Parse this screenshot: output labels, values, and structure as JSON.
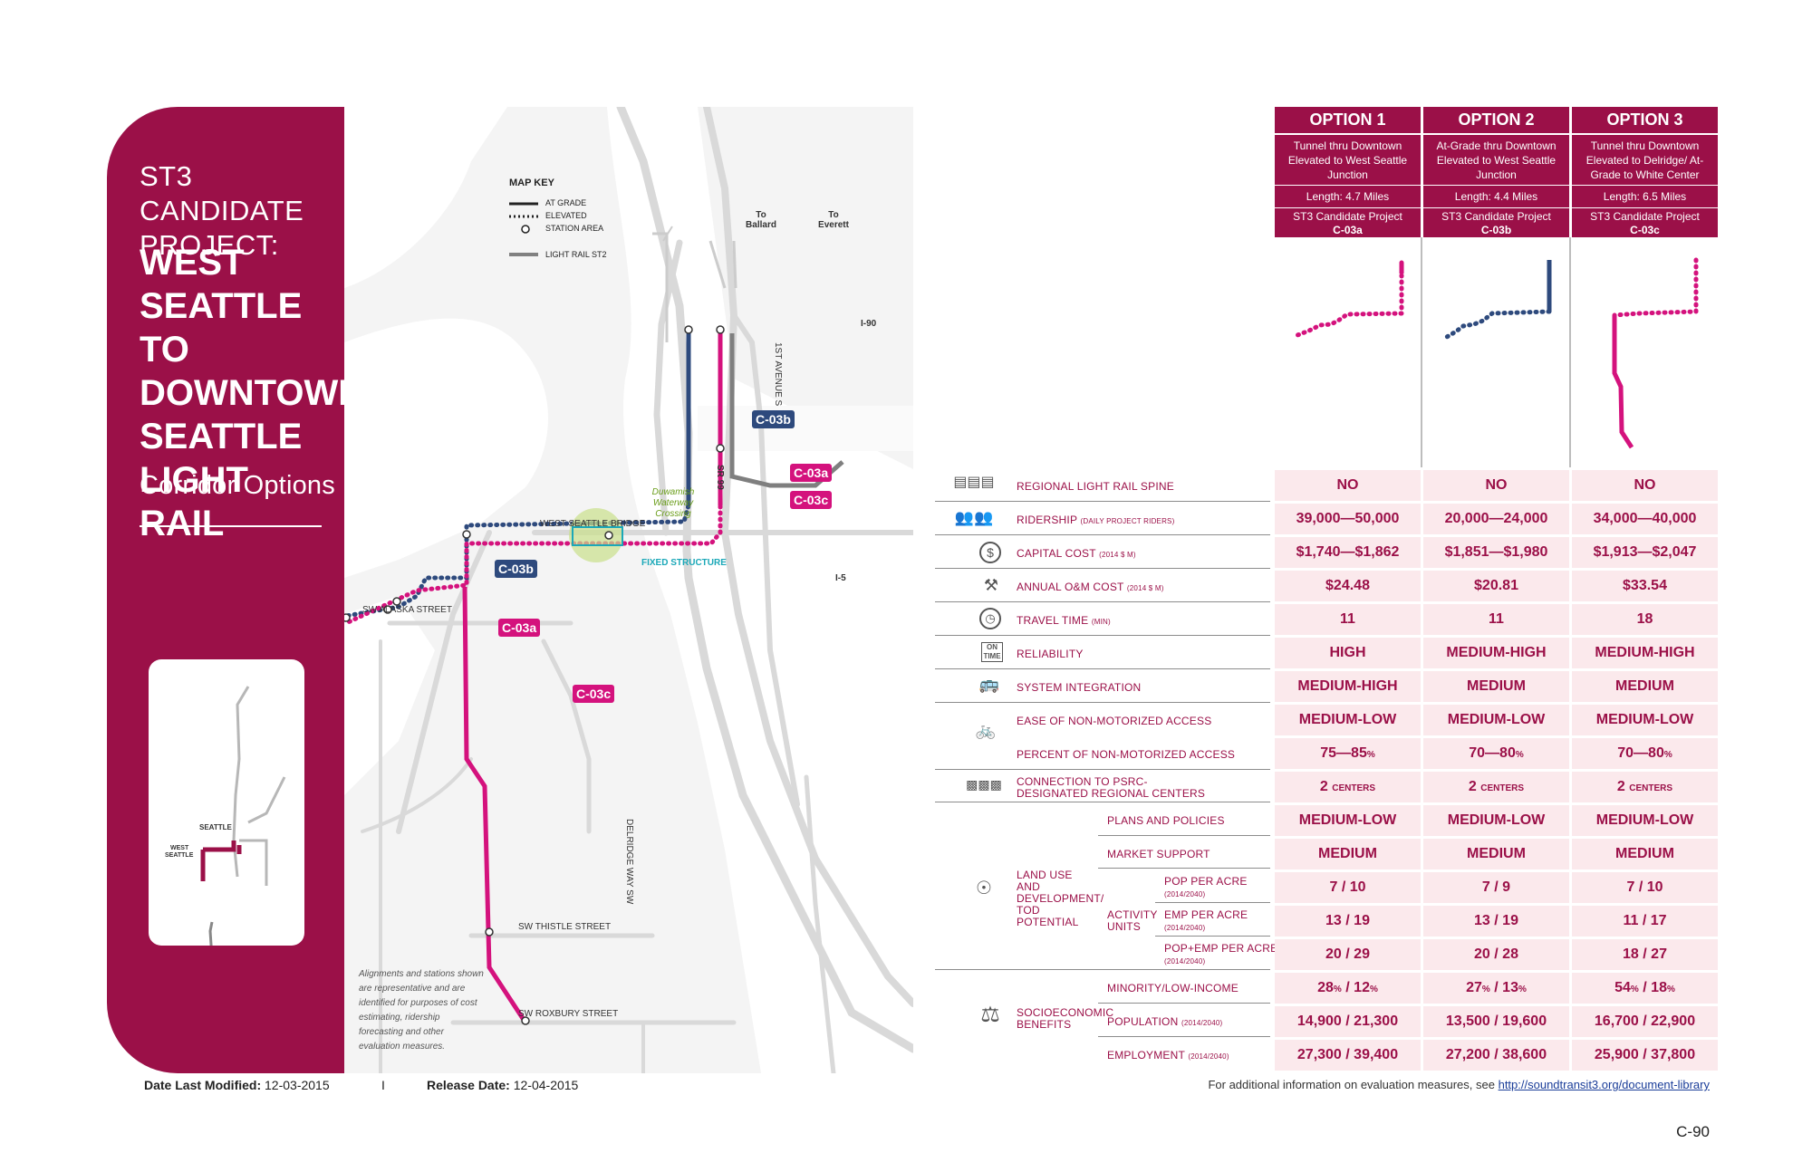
{
  "sidebar": {
    "pre_title": "ST3 CANDIDATE PROJECT:",
    "title": "WEST SEATTLE TO DOWNTOWN SEATTLE LIGHT RAIL",
    "subtitle": "Corridor Options",
    "inset": {
      "seattle": "SEATTLE",
      "west_seattle": "WEST SEATTLE"
    }
  },
  "map": {
    "key_title": "MAP KEY",
    "key_items": [
      "AT GRADE",
      "ELEVATED",
      "STATION AREA",
      "LIGHT RAIL ST2"
    ],
    "labels": {
      "to_ballard": "To Ballard",
      "to_everett": "To Everett",
      "i90": "I-90",
      "i5": "I-5",
      "sr99": "SR 99",
      "first_ave": "1ST AVENUE S",
      "delridge": "DELRIDGE WAY SW",
      "west_seattle_bridge": "WEST SEATTLE BRIDGE",
      "duwamish": "Duwamish Waterway Crossing",
      "fixed_structure": "FIXED STRUCTURE",
      "alaska": "SW ALASKA STREET",
      "thistle": "SW THISTLE STREET",
      "roxbury": "SW ROXBURY STREET"
    },
    "badges": {
      "c03a": "C-03a",
      "c03b": "C-03b",
      "c03c": "C-03c"
    },
    "note": "Alignments and stations shown are representative and are identified for purposes of cost estimating, ridership forecasting and other evaluation measures."
  },
  "options": [
    {
      "name": "OPTION 1",
      "desc": "Tunnel thru Downtown Elevated to West Seattle Junction",
      "length": "Length: 4.7 Miles",
      "cand_label": "ST3 Candidate Project",
      "cand_code": "C-03a"
    },
    {
      "name": "OPTION 2",
      "desc": "At-Grade thru Downtown Elevated to West Seattle Junction",
      "length": "Length: 4.4 Miles",
      "cand_label": "ST3 Candidate Project",
      "cand_code": "C-03b"
    },
    {
      "name": "OPTION 3",
      "desc": "Tunnel thru Downtown Elevated to Delridge/ At-Grade to White Center",
      "length": "Length: 6.5 Miles",
      "cand_label": "ST3 Candidate Project",
      "cand_code": "C-03c"
    }
  ],
  "measures": {
    "spine": "REGIONAL LIGHT RAIL SPINE",
    "ridership": "RIDERSHIP",
    "ridership_unit": "(DAILY PROJECT RIDERS)",
    "capital": "CAPITAL COST",
    "capital_unit": "(2014 $ M)",
    "om": "ANNUAL O&M COST",
    "om_unit": "(2014 $ M)",
    "travel": "TRAVEL TIME",
    "travel_unit": "(MIN)",
    "reliability": "RELIABILITY",
    "integration": "SYSTEM INTEGRATION",
    "ease_access": "EASE OF NON-MOTORIZED ACCESS",
    "pct_access": "PERCENT OF NON-MOTORIZED ACCESS",
    "psrc": "CONNECTION TO PSRC-DESIGNATED REGIONAL CENTERS",
    "land_use": "LAND USE AND DEVELOPMENT/ TOD POTENTIAL",
    "plans": "PLANS AND POLICIES",
    "market": "MARKET SUPPORT",
    "activity_units": "ACTIVITY UNITS",
    "pop_acre": "POP PER ACRE",
    "emp_acre": "EMP PER ACRE",
    "popemp_acre": "POP+EMP PER ACRE",
    "years": "(2014/2040)",
    "socio": "SOCIOECONOMIC BENEFITS",
    "minority": "MINORITY/LOW-INCOME",
    "population": "POPULATION",
    "employment": "EMPLOYMENT",
    "ontime": "ON TIME"
  },
  "values": {
    "spine": [
      "NO",
      "NO",
      "NO"
    ],
    "ridership": [
      "39,000—50,000",
      "20,000—24,000",
      "34,000—40,000"
    ],
    "capital": [
      "$1,740—$1,862",
      "$1,851—$1,980",
      "$1,913—$2,047"
    ],
    "om": [
      "$24.48",
      "$20.81",
      "$33.54"
    ],
    "travel": [
      "11",
      "11",
      "18"
    ],
    "reliability": [
      "HIGH",
      "MEDIUM-HIGH",
      "MEDIUM-HIGH"
    ],
    "integration": [
      "MEDIUM-HIGH",
      "MEDIUM",
      "MEDIUM"
    ],
    "ease_access": [
      "MEDIUM-LOW",
      "MEDIUM-LOW",
      "MEDIUM-LOW"
    ],
    "pct_access": [
      "75—85",
      "70—80",
      "70—80"
    ],
    "pct_unit": "%",
    "psrc": [
      "2",
      "2",
      "2"
    ],
    "psrc_unit": "CENTERS",
    "plans": [
      "MEDIUM-LOW",
      "MEDIUM-LOW",
      "MEDIUM-LOW"
    ],
    "market": [
      "MEDIUM",
      "MEDIUM",
      "MEDIUM"
    ],
    "pop_acre": [
      "7 / 10",
      "7 / 9",
      "7 / 10"
    ],
    "emp_acre": [
      "13 / 19",
      "13 / 19",
      "11 / 17"
    ],
    "popemp_acre": [
      "20 / 29",
      "20 / 28",
      "18 / 27"
    ],
    "minority_a": [
      "28",
      "27",
      "54"
    ],
    "minority_b": [
      "12",
      "13",
      "18"
    ],
    "population": [
      "14,900 / 21,300",
      "13,500 / 19,600",
      "16,700 / 22,900"
    ],
    "employment": [
      "27,300 / 39,400",
      "27,200 / 38,600",
      "25,900 / 37,800"
    ]
  },
  "footer": {
    "modified_label": "Date Last Modified:",
    "modified": "12-03-2015",
    "divider": "I",
    "release_label": "Release Date:",
    "release": "12-04-2015",
    "info": "For additional information on evaluation measures, see",
    "link": "http://soundtransit3.org/document-library",
    "page": "C-90"
  },
  "colors": {
    "maroon": "#9b1048",
    "magenta": "#d4127d",
    "navy": "#2e4a7d",
    "pink_bg": "#fbe9ec"
  }
}
